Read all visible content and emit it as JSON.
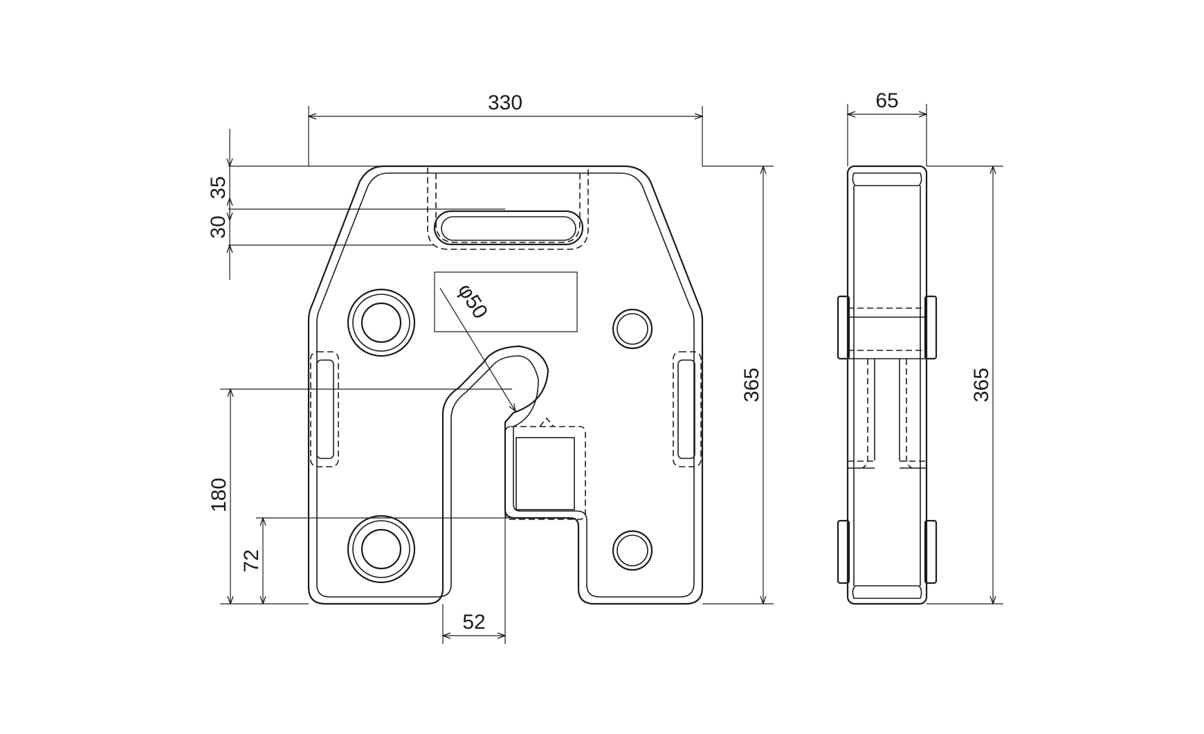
{
  "colors": {
    "line": "#1a1a1a",
    "background": "#ffffff"
  },
  "dimensions": {
    "front_width": "330",
    "front_height": "365",
    "top_slot_offset": "35",
    "slot_height": "30",
    "hole_diameter": "φ50",
    "hole_height": "180",
    "lower_step_height": "72",
    "slot_opening": "52",
    "side_width": "65",
    "side_height": "365"
  }
}
